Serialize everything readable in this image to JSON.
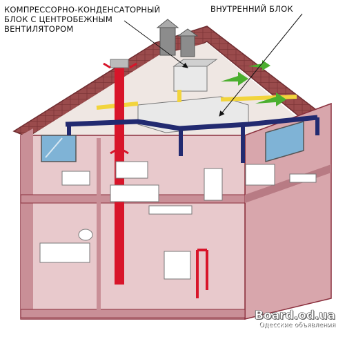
{
  "labels": {
    "condenser_unit": "КОМПРЕССОРНО-КОНДЕНСАТОРНЫЙ\nБЛОК С ЦЕНТРОБЕЖНЫМ\nВЕНТИЛЯТОРОМ",
    "indoor_unit": "ВНУТРЕННИЙ БЛОК"
  },
  "watermark": {
    "site": "Board.od.ua",
    "tagline": "Одесские объявления"
  },
  "colors": {
    "wall": "#e8c9cc",
    "wall_outline": "#8a2f3d",
    "roof_tiles": "#9a4b4c",
    "attic": "#efe7e3",
    "supply_duct": "#d8152a",
    "distribution_duct": "#222a70",
    "refrigerant_line": "#f2d43c",
    "unit_body": "#e9e9e9",
    "green_airflow": "#4caf2f",
    "sky_window": "#7fb3d6"
  }
}
